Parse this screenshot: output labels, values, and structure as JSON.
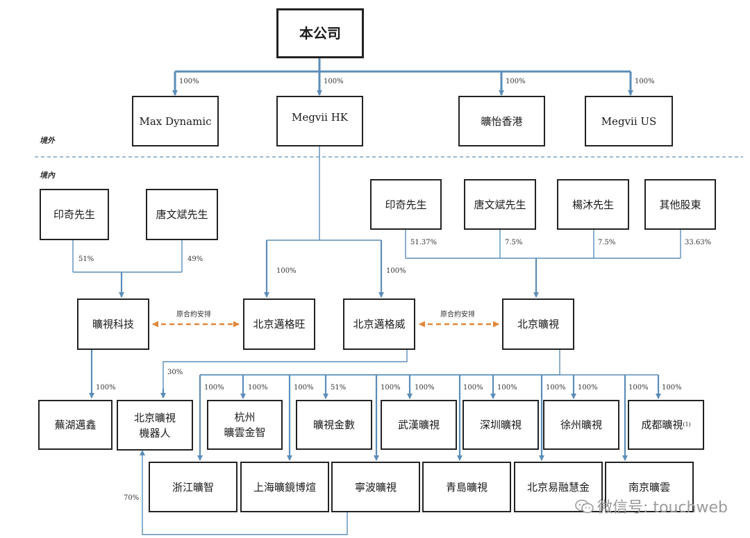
{
  "regions": {
    "offshore": "境外",
    "onshore": "境內"
  },
  "entities": {
    "top": "本公司",
    "max_dynamic": "Max Dynamic",
    "megvii_hk": "Megvii HK",
    "kuangyi_hk": "曠怡香港",
    "megvii_us": "Megvii US",
    "yin_qi_left": "印奇先生",
    "tang_left": "唐文斌先生",
    "yin_qi_right": "印奇先生",
    "tang_right": "唐文斌先生",
    "yang_mu": "楊沐先生",
    "other_shareholders": "其他股東",
    "kuangshi_keji": "曠視科技",
    "megvii_wang": "北京邁格旺",
    "megvii_wei": "北京邁格威",
    "beijing_kuangshi": "北京曠視",
    "wuhu": "蕪湖邁鑫",
    "robot_line1": "北京曠視",
    "robot_line2": "機器人",
    "hangzhou_line1": "杭州",
    "hangzhou_line2": "曠雲金智",
    "jinshu": "曠視金數",
    "wuhan": "武漢曠視",
    "shenzhen": "深圳曠視",
    "xuzhou": "徐州曠視",
    "chengdu": "成都曠視",
    "chengdu_note": "(1)",
    "zhejiang": "浙江曠智",
    "shanghai": "上海曠鏡博煊",
    "ningbo": "寧波曠視",
    "qingdao": "青島曠視",
    "yirong": "北京易融慧金",
    "nanjing": "南京曠雲"
  },
  "percentages": {
    "top_max": "100%",
    "top_hk": "100%",
    "top_kyhk": "100%",
    "top_us": "100%",
    "yin_left": "51%",
    "tang_left": "49%",
    "yin_right": "51.37%",
    "tang_right": "7.5%",
    "yang": "7.5%",
    "other": "33.63%",
    "hk_wang": "100%",
    "hk_wei": "100%",
    "keji_wuhu": "100%",
    "wei_robot": "30%",
    "zhejiang": "100%",
    "hangzhou": "100%",
    "shanghai": "100%",
    "jinshu": "51%",
    "ningbo": "100%",
    "wuhan": "100%",
    "qingdao": "100%",
    "shenzhen": "100%",
    "yirong": "100%",
    "xuzhou": "100%",
    "nanjing": "100%",
    "chengdu": "100%",
    "ningbo_robot": "70%"
  },
  "contractual": {
    "left": "原合約安排",
    "right": "原合約安排"
  },
  "watermark": "微信号: touchweb",
  "colors": {
    "line": "#5b8db8",
    "arrow_orange": "#e0873a",
    "border": "#222222"
  }
}
